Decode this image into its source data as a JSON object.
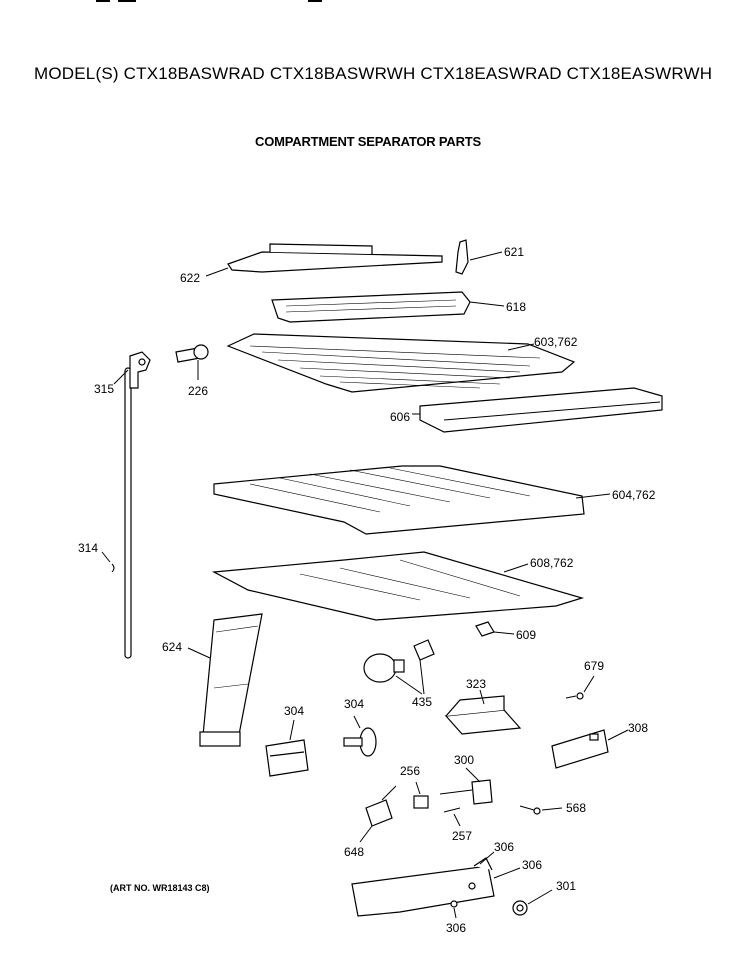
{
  "header": {
    "model_line": "MODEL(S) CTX18BASWRAD  CTX18BASWRWH  CTX18EASWRAD  CTX18EASWRWH",
    "section_title": "COMPARTMENT SEPARATOR PARTS"
  },
  "footer": {
    "art_number": "(ART NO. WR18143 C8)"
  },
  "callouts": {
    "c621": "621",
    "c622": "622",
    "c618": "618",
    "c603": "603,762",
    "c315": "315",
    "c226": "226",
    "c606": "606",
    "c604": "604,762",
    "c314": "314",
    "c608": "608,762",
    "c609": "609",
    "c624": "624",
    "c679": "679",
    "c435": "435",
    "c323": "323",
    "c308": "308",
    "c304a": "304",
    "c304b": "304",
    "c256": "256",
    "c300": "300",
    "c568": "568",
    "c257": "257",
    "c648": "648",
    "c306a": "306",
    "c306b": "306",
    "c306c": "306",
    "c301": "301"
  }
}
